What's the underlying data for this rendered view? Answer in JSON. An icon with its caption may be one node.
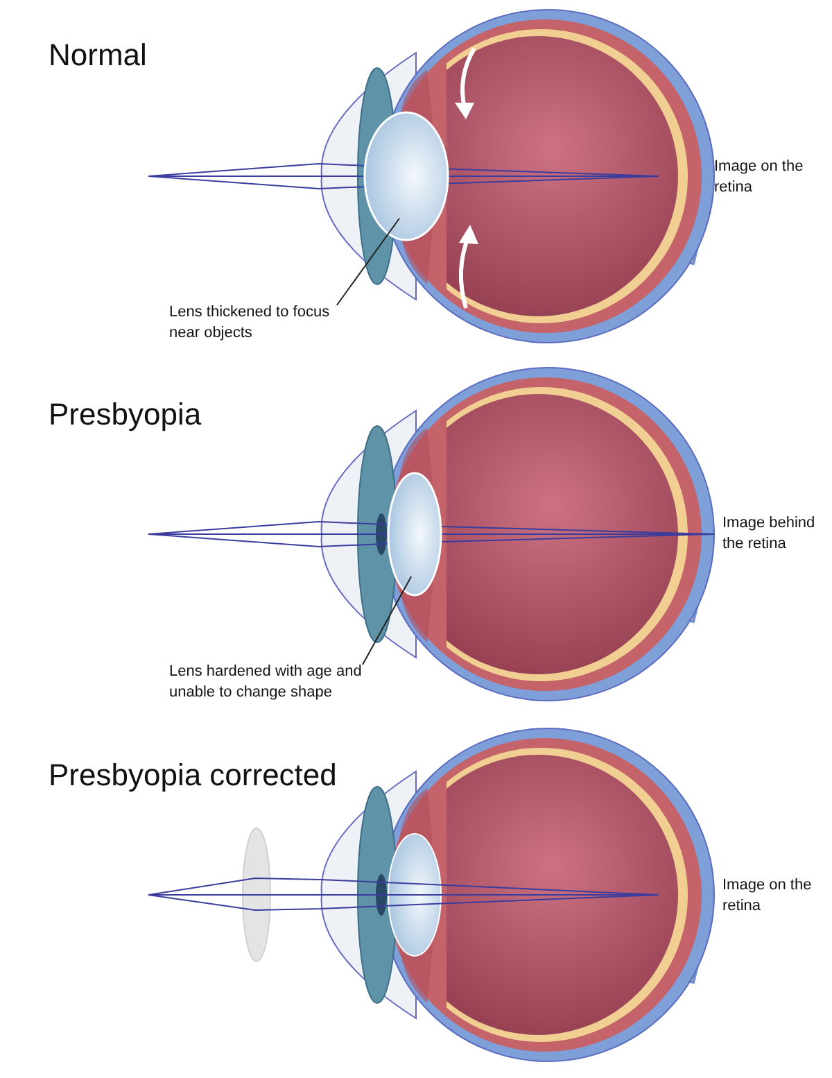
{
  "diagram": {
    "nodes": [
      {
        "text": [
          "Lens thickened to focus near objects"
        ]
      },
      {
        "text": [],
        "shape": "picture"
      },
      {
        "text": [
          "Lens hardened with age and unable to change shape"
        ]
      },
      {
        "text": [],
        "shape": "picture"
      }
    ],
    "edges": [
      {
        "from": 0,
        "to": 1,
        "arrow": "none"
      },
      {
        "from": 2,
        "to": 3,
        "arrow": "none"
      }
    ],
    "labels": [
      "Normal",
      "Image on the retina",
      "Presbyopia",
      "Image behind the retina",
      "Presbyopia corrected",
      "Image on the retina"
    ]
  }
}
